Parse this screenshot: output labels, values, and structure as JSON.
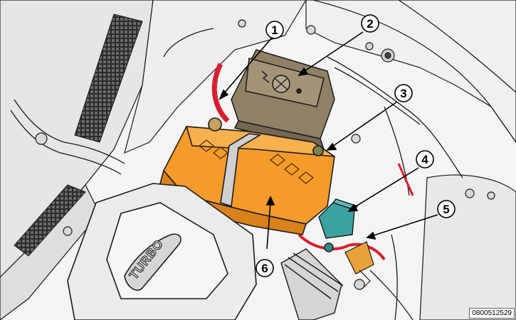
{
  "figure": {
    "id": "0800512529",
    "embossed_label": "TURBO",
    "callouts": [
      {
        "number": "1",
        "part": "Battery positive terminal"
      },
      {
        "number": "2",
        "part": "Fuse / relay box"
      },
      {
        "number": "3",
        "part": "Battery negative terminal"
      },
      {
        "number": "4",
        "part": "Module"
      },
      {
        "number": "5",
        "part": "Wiring connector"
      },
      {
        "number": "6",
        "part": "Battery"
      }
    ]
  },
  "colors": {
    "battery": "#f59b2a",
    "fuse_box": "#8f8066",
    "module": "#3aa3a0",
    "red_cable": "#d91e2e",
    "line_art": "#1a1a1a",
    "background": "#f4f4f4"
  }
}
